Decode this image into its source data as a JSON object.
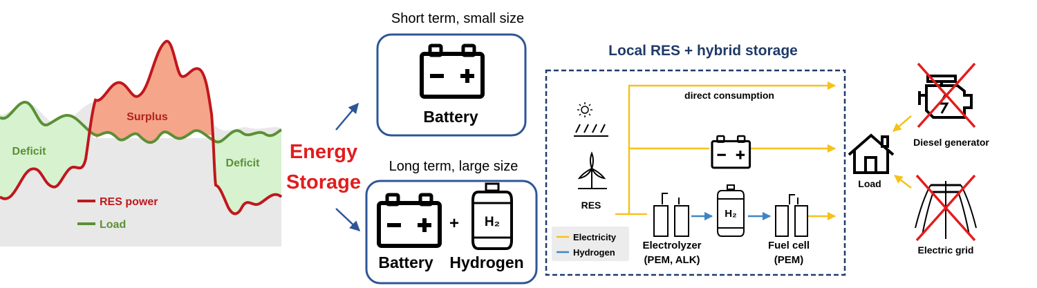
{
  "profile_chart": {
    "labels": {
      "surplus": "Surplus",
      "deficit_left": "Deficit",
      "deficit_right": "Deficit"
    },
    "legend": [
      {
        "name": "RES power",
        "color": "#c0171c"
      },
      {
        "name": "Load",
        "color": "#5b9035"
      }
    ],
    "colors": {
      "surplus_fill": "#f4a58a",
      "deficit_fill": "#d6f2cf",
      "background_fill": "#e8e8e8"
    }
  },
  "energy_storage": {
    "line1": "Energy",
    "line2": "Storage",
    "color": "#e31c1c"
  },
  "short_term": {
    "caption": "Short term, small size",
    "battery_label": "Battery"
  },
  "long_term": {
    "caption": "Long term, large size",
    "battery_label": "Battery",
    "plus": "+",
    "hydrogen_label": "Hydrogen",
    "h2_symbol": "H₂"
  },
  "hybrid": {
    "title": "Local RES + hybrid storage",
    "direct_consumption": "direct consumption",
    "res_label": "RES",
    "electrolyzer_line1": "Electrolyzer",
    "electrolyzer_line2": "(PEM, ALK)",
    "fuel_cell_line1": "Fuel cell",
    "fuel_cell_line2": "(PEM)",
    "h2_symbol": "H₂",
    "legend": [
      {
        "name": "Electricity",
        "color": "#f5c21b"
      },
      {
        "name": "Hydrogen",
        "color": "#3d85c6"
      }
    ],
    "colors": {
      "title": "#1f3a68",
      "border": "#1f3a68"
    }
  },
  "right_panel": {
    "load_label": "Load",
    "diesel_label": "Diesel generator",
    "grid_label": "Electric grid",
    "cross_color": "#e31c1c"
  },
  "accent_blue": "#2e5597",
  "icons": [
    "battery-icon",
    "hydrogen-tank-icon",
    "sun-icon",
    "solar-panel-icon",
    "wind-turbine-icon",
    "electrolyzer-icon",
    "fuel-cell-icon",
    "house-icon",
    "engine-icon",
    "power-pole-icon",
    "cross-icon"
  ]
}
